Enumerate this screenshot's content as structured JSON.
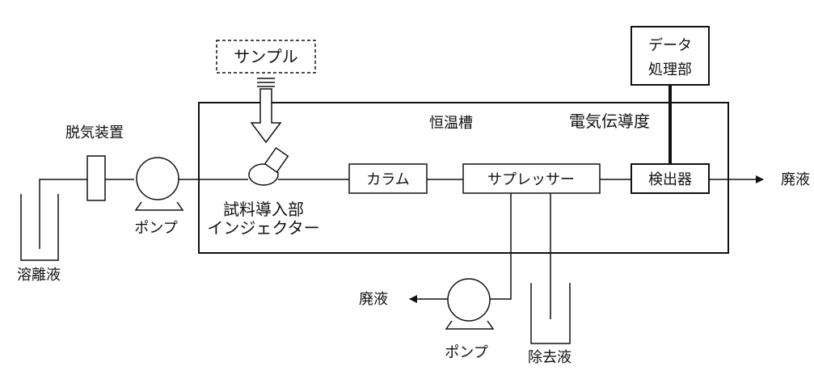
{
  "labels": {
    "sample": "サンプル",
    "data_processing_line1": "データ",
    "data_processing_line2": "処理部",
    "thermostat": "恒温槽",
    "conductivity": "電気伝導度",
    "degasser": "脱気装置",
    "eluent": "溶離液",
    "pump_main": "ポンプ",
    "injector_line1": "試料導入部",
    "injector_line2": "インジェクター",
    "column": "カラム",
    "suppressor": "サプレッサー",
    "detector": "検出器",
    "waste_right": "廃液",
    "waste_bottom": "廃液",
    "pump_bottom": "ポンプ",
    "removal_liquid": "除去液"
  }
}
